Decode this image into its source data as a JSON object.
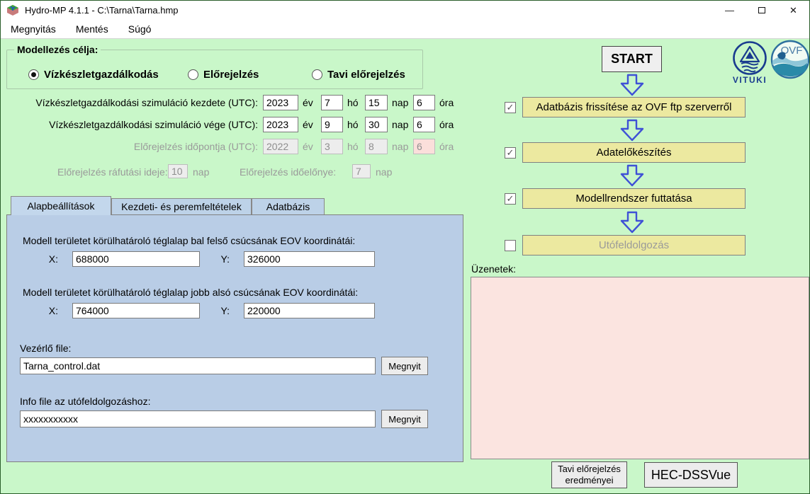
{
  "window": {
    "title": "Hydro-MP 4.1.1 - C:\\Tarna\\Tarna.hmp",
    "controls": {
      "minimize": "—",
      "close": "✕"
    }
  },
  "menu": {
    "items": [
      "Megnyitás",
      "Mentés",
      "Súgó"
    ]
  },
  "purpose": {
    "legend": "Modellezés célja:",
    "options": [
      {
        "label": "Vízkészletgazdálkodás",
        "selected": true
      },
      {
        "label": "Előrejelzés",
        "selected": false
      },
      {
        "label": "Tavi előrejelzés",
        "selected": false
      }
    ]
  },
  "simulation": {
    "units": {
      "year": "év",
      "month": "hó",
      "day": "nap",
      "hour": "óra"
    },
    "rows": [
      {
        "label": "Vízkészletgazdálkodási szimuláció kezdete (UTC):",
        "year": "2023",
        "month": "7",
        "day": "15",
        "hour": "6"
      },
      {
        "label": "Vízkészletgazdálkodási szimuláció vége (UTC):",
        "year": "2023",
        "month": "9",
        "day": "30",
        "hour": "6"
      },
      {
        "label": "Előrejelzés időpontja (UTC):",
        "year": "2022",
        "month": "3",
        "day": "8",
        "hour": "6"
      }
    ],
    "runup": {
      "label": "Előrejelzés ráfutási ideje:",
      "value": "10",
      "unit": "nap"
    },
    "lead": {
      "label": "Előrejelzés időelőnye:",
      "value": "7",
      "unit": "nap"
    }
  },
  "tabs": [
    {
      "label": "Alapbeállítások"
    },
    {
      "label": "Kezdeti- és peremfeltételek"
    },
    {
      "label": "Adatbázis"
    }
  ],
  "panel": {
    "topleft_label": "Modell területet körülhatároló téglalap bal felső csúcsának EOV koordinátái:",
    "bottomright_label": "Modell területet körülhatároló téglalap jobb alsó csúcsának EOV koordinátái:",
    "x_label": "X:",
    "y_label": "Y:",
    "topleft_x": "688000",
    "topleft_y": "326000",
    "bottomright_x": "764000",
    "bottomright_y": "220000",
    "control_file_label": "Vezérlő file:",
    "control_file_value": "Tarna_control.dat",
    "info_file_label": "Info file az utófeldolgozáshoz:",
    "info_file_value": "xxxxxxxxxxx",
    "open_button": "Megnyit"
  },
  "workflow": {
    "start_label": "START",
    "steps": [
      {
        "label": "Adatbázis frissítése az OVF ftp szerverről",
        "check": "✓"
      },
      {
        "label": "Adatelőkészítés",
        "check": "✓"
      },
      {
        "label": "Modellrendszer futtatása",
        "check": "✓"
      },
      {
        "label": "Utófeldolgozás",
        "check": ""
      }
    ]
  },
  "messages": {
    "label": "Üzenetek:",
    "content": ""
  },
  "footer": {
    "tavi_line1": "Tavi előrejelzés",
    "tavi_line2": "eredményei",
    "hec_label": "HEC-DSSVue"
  },
  "logos": {
    "vituki": "VITUKI",
    "ovf": "OVF"
  },
  "colors": {
    "background": "#c9f7c9",
    "panel": "#b9cde6",
    "step_button": "#ece9a0",
    "message_box": "#fbe4e0",
    "arrow": "#3f51d6",
    "disabled_pink_field": "#fbdfdb",
    "vituki_blue": "#1a3c8f"
  }
}
